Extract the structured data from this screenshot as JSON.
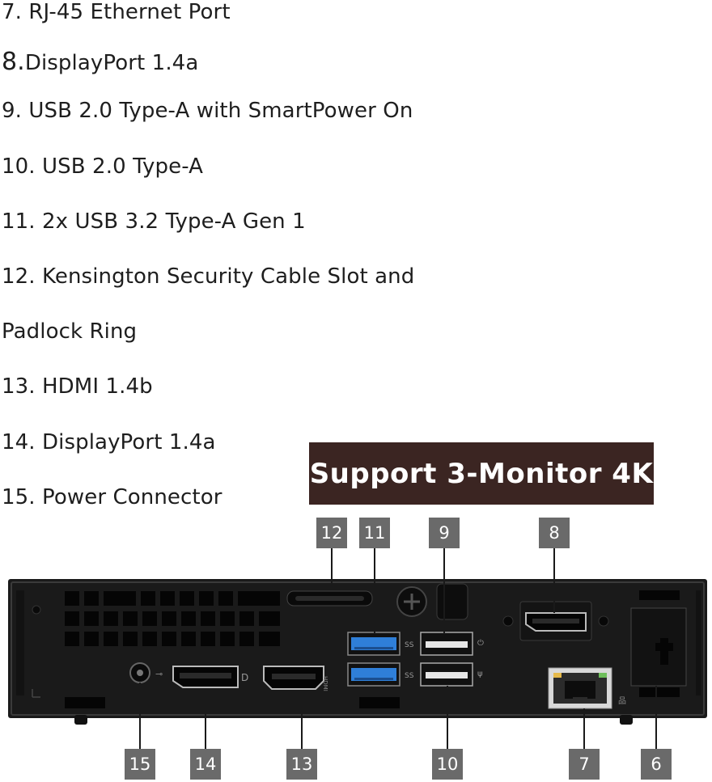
{
  "specs": [
    {
      "num": "7.",
      "text": " RJ-45 Ethernet Port"
    },
    {
      "num": "8.",
      "text": "DisplayPort 1.4a"
    },
    {
      "num": "9.",
      "text": " USB 2.0 Type-A with SmartPower On"
    },
    {
      "num": "10.",
      "text": " USB 2.0 Type-A"
    },
    {
      "num": "11.",
      "text": " 2x USB 3.2 Type-A Gen 1"
    },
    {
      "num": "12.",
      "text": " Kensington Security Cable Slot and"
    },
    {
      "num": "",
      "text": "Padlock Ring"
    },
    {
      "num": "13.",
      "text": " HDMI 1.4b"
    },
    {
      "num": "14.",
      "text": " DisplayPort 1.4a"
    },
    {
      "num": "15.",
      "text": " Power Connector"
    }
  ],
  "banner": "Support 3-Monitor 4K",
  "callouts_top": [
    "12",
    "11",
    "9",
    "8"
  ],
  "callouts_bottom": [
    "15",
    "14",
    "13",
    "10",
    "7",
    "6"
  ],
  "port_labels": {
    "hdmi": "HDMI",
    "dp": "D"
  },
  "colors": {
    "banner_bg": "#3b2522",
    "callout_bg": "#6a6a6a",
    "chassis": "#1c1c1c",
    "usb3_blue": "#2f7fd8"
  }
}
